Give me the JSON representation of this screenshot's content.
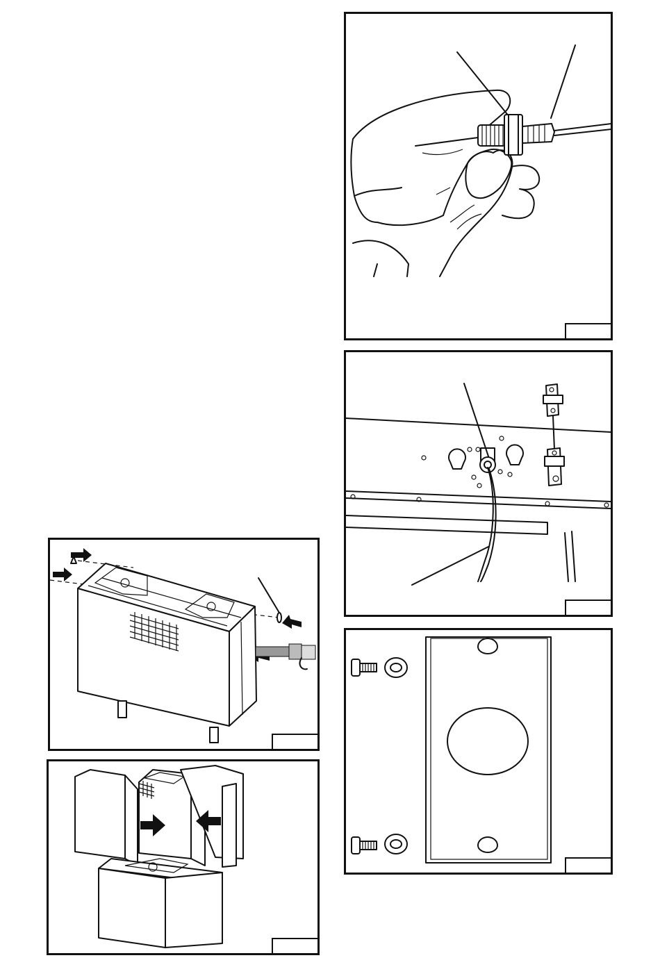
{
  "figures": [
    {
      "id": "hand-panel",
      "figure_number": ""
    },
    {
      "id": "wall-panel",
      "figure_number": ""
    },
    {
      "id": "plate-panel",
      "figure_number": ""
    },
    {
      "id": "cabinet-panel",
      "figure_number": ""
    },
    {
      "id": "cover-panel",
      "figure_number": ""
    }
  ]
}
